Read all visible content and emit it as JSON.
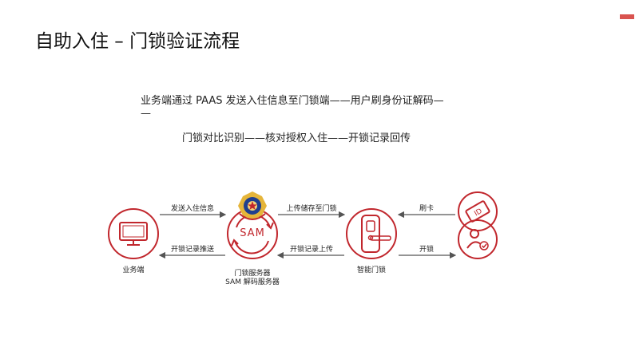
{
  "slide": {
    "title": "自助入住 – 门锁验证流程",
    "description_line1": "业务端通过 PAAS 发送入住信息至门锁端——用户刷身份证解码—",
    "description_line2": "—",
    "description_line3": "门锁对比识别——核对授权入住——开锁记录回传"
  },
  "diagram": {
    "nodes": {
      "business": {
        "label": "业务端",
        "icon": "monitor-icon"
      },
      "server": {
        "label_line1": "门锁服务器",
        "label_line2": "SAM 解码服务器",
        "badge": "SAM",
        "icon": "police-emblem-icon"
      },
      "lock": {
        "label": "智能门锁",
        "icon": "smart-lock-icon"
      },
      "user": {
        "icons": [
          "id-card-icon",
          "verified-user-icon"
        ]
      }
    },
    "arrows": {
      "send_checkin": "发送入住信息",
      "push_unlock_record": "开锁记录推送",
      "upload_store": "上传储存至门锁",
      "unlock_record_upload": "开锁记录上传",
      "swipe_card": "刷卡",
      "unlock": "开锁"
    }
  },
  "colors": {
    "accent": "#c1272d",
    "arrow": "#555555",
    "emblem_gold": "#e5b53a",
    "emblem_blue": "#1f3f8f"
  }
}
